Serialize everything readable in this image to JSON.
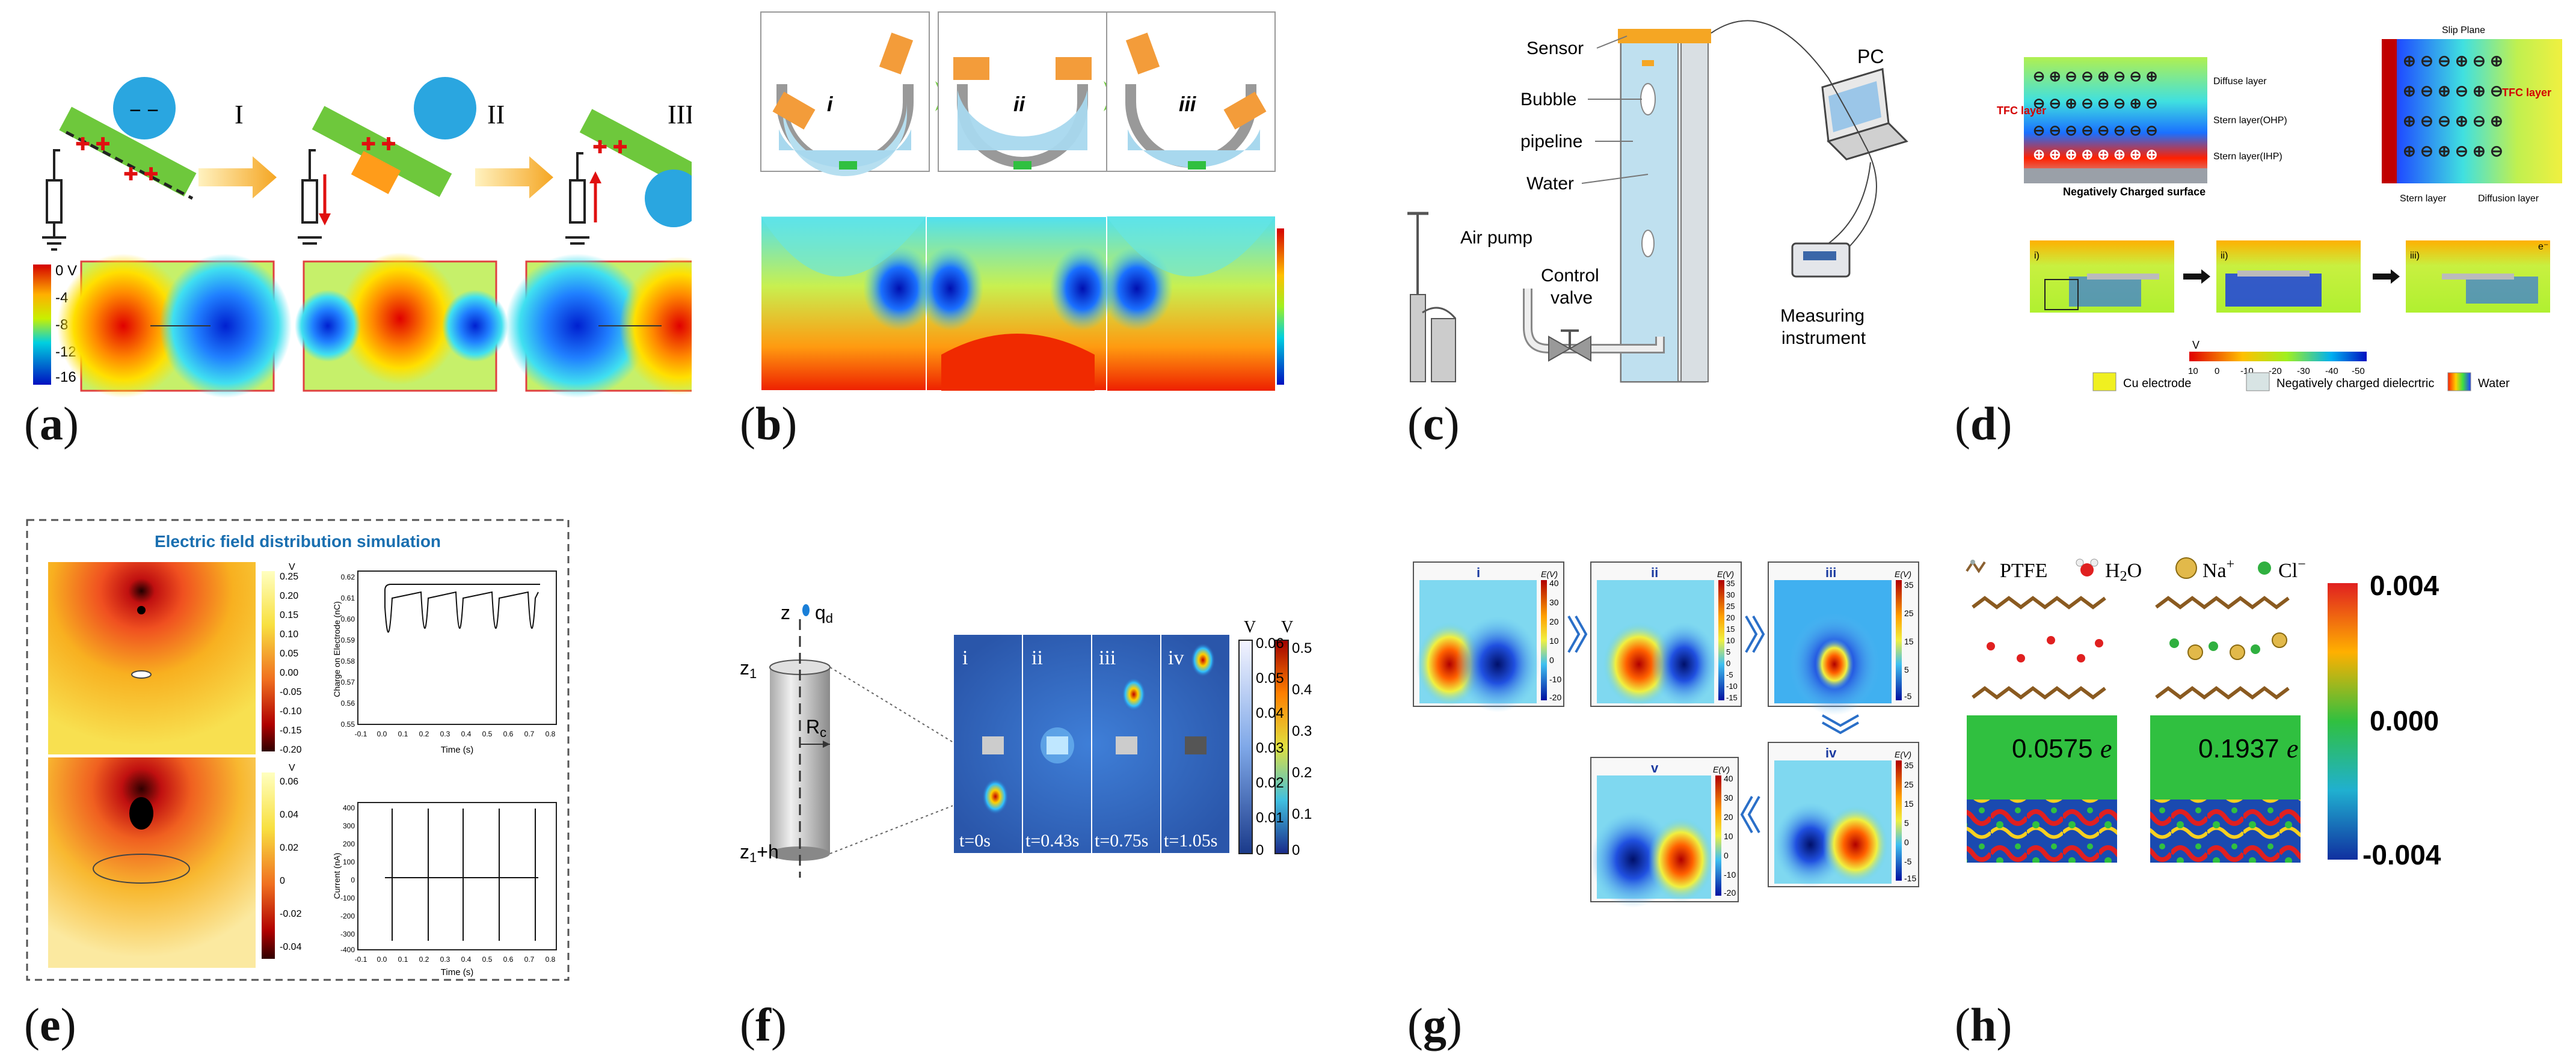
{
  "panel_labels": [
    "a",
    "b",
    "c",
    "d",
    "e",
    "f",
    "g",
    "h"
  ],
  "a": {
    "steps": [
      "I",
      "II",
      "III"
    ],
    "colorbar_ticks": [
      "0 V",
      "-4",
      "-8",
      "-12",
      "-16"
    ]
  },
  "b": {
    "steps": [
      "i",
      "ii",
      "iii"
    ]
  },
  "c": {
    "labels": {
      "sensor": "Sensor",
      "bubble": "Bubble",
      "pipeline": "pipeline",
      "water": "Water",
      "pc": "PC",
      "air_pump": "Air pump",
      "control": "Control",
      "valve": "valve",
      "measuring": "Measuring",
      "instrument": "instrument"
    }
  },
  "d": {
    "left_labels": {
      "tfc": "TFC layer",
      "diffuse": "Diffuse layer",
      "stern_ohp": "Stern layer(OHP)",
      "stern_ihp": "Stern layer(IHP)",
      "surface": "Negatively Charged surface"
    },
    "right_labels": {
      "slip": "Slip Plane",
      "tfc": "TFC layer",
      "stern": "Stern layer",
      "diffusion": "Diffusion layer"
    },
    "steps": [
      "i)",
      "ii)",
      "iii)"
    ],
    "electron": "e⁻",
    "colorbar": {
      "unit": "V",
      "ticks": [
        "10",
        "0",
        "-10",
        "-20",
        "-30",
        "-40",
        "-50"
      ]
    },
    "legend": [
      "Cu electrode",
      "Negatively charged dielecrtric",
      "Water"
    ],
    "legend_colors": [
      "#f0f020",
      "#d8e4e4",
      "rainbow"
    ]
  },
  "e": {
    "title": "Electric field distribution simulation",
    "cb_top": {
      "unit": "V",
      "ticks": [
        "0.25",
        "0.20",
        "0.15",
        "0.10",
        "0.05",
        "0.00",
        "-0.05",
        "-0.10",
        "-0.15",
        "-0.20"
      ]
    },
    "cb_bottom": {
      "unit": "V",
      "ticks": [
        "0.06",
        "0.04",
        "0.02",
        "0",
        "-0.02",
        "-0.04"
      ]
    },
    "plot_top": {
      "ylabel": "Charge on Electrode (nC)",
      "xlabel": "Time (s)",
      "yticks": [
        "0.62",
        "0.61",
        "0.60",
        "0.59",
        "0.58",
        "0.57",
        "0.56",
        "0.55"
      ],
      "xticks": [
        "-0.1",
        "0.0",
        "0.1",
        "0.2",
        "0.3",
        "0.4",
        "0.5",
        "0.6",
        "0.7",
        "0.8"
      ]
    },
    "plot_bottom": {
      "ylabel": "Current (nA)",
      "xlabel": "Time (s)",
      "yticks": [
        "400",
        "300",
        "200",
        "100",
        "0",
        "-100",
        "-200",
        "-300",
        "-400"
      ],
      "xticks": [
        "-0.1",
        "0.0",
        "0.1",
        "0.2",
        "0.3",
        "0.4",
        "0.5",
        "0.6",
        "0.7",
        "0.8"
      ]
    }
  },
  "f": {
    "labels": {
      "z": "z",
      "qd": "q",
      "qd_sub": "d",
      "z1": "z",
      "z1_sub": "1",
      "z1h": "z",
      "z1h_sub": "1",
      "z1h_tail": "+h",
      "rc": "R",
      "rc_sub": "c"
    },
    "frames": [
      {
        "label": "i",
        "time": "t=0s"
      },
      {
        "label": "ii",
        "time": "t=0.43s"
      },
      {
        "label": "iii",
        "time": "t=0.75s"
      },
      {
        "label": "iv",
        "time": "t=1.05s"
      }
    ],
    "cb1": {
      "unit": "V",
      "ticks": [
        "0.06",
        "0.05",
        "0.04",
        "0.03",
        "0.02",
        "0.01",
        "0"
      ]
    },
    "cb2": {
      "unit": "V",
      "ticks": [
        "0.5",
        "0.4",
        "0.3",
        "0.2",
        "0.1",
        "0"
      ]
    }
  },
  "g": {
    "frames": [
      {
        "label": "i",
        "unit": "E(V)",
        "ticks": [
          "40",
          "30",
          "20",
          "10",
          "0",
          "-10",
          "-20"
        ]
      },
      {
        "label": "ii",
        "unit": "E(V)",
        "ticks": [
          "35",
          "30",
          "25",
          "20",
          "15",
          "10",
          "5",
          "0",
          "-5",
          "-10",
          "-15"
        ]
      },
      {
        "label": "iii",
        "unit": "E(V)",
        "ticks": [
          "35",
          "25",
          "15",
          "5",
          "-5"
        ]
      },
      {
        "label": "iv",
        "unit": "E(V)",
        "ticks": [
          "35",
          "25",
          "15",
          "5",
          "0",
          "-5",
          "-15"
        ]
      },
      {
        "label": "v",
        "unit": "E(V)",
        "ticks": [
          "40",
          "30",
          "20",
          "10",
          "0",
          "-10",
          "-20"
        ]
      }
    ]
  },
  "h": {
    "legend": {
      "ptfe": "PTFE",
      "h2o_h": "H",
      "h2o_2": "2",
      "h2o_o": "O",
      "na": "Na",
      "na_sup": "+",
      "cl": "Cl",
      "cl_sup": "−"
    },
    "values": [
      {
        "number": "0.0575",
        "unit": "e"
      },
      {
        "number": "0.1937",
        "unit": "e"
      }
    ],
    "colorbar_ticks": [
      "0.004",
      "0.000",
      "-0.004"
    ]
  }
}
